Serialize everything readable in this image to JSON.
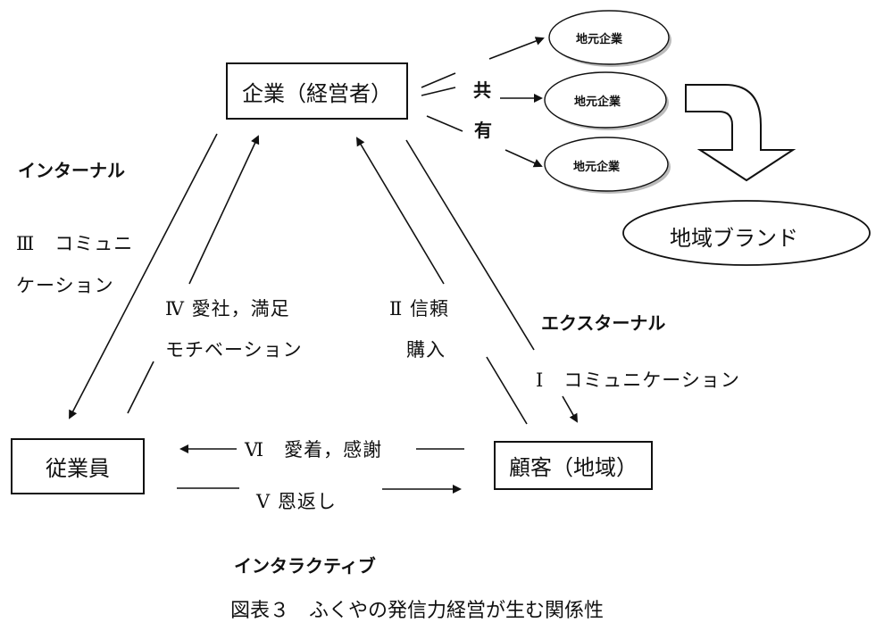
{
  "nodes": {
    "company": "企業（経営者）",
    "employee": "従業員",
    "customer": "顧客（地域）"
  },
  "share_chars": [
    "共",
    "有"
  ],
  "local_companies": [
    "地元企業",
    "地元企業",
    "地元企業"
  ],
  "regional_brand": "地域ブランド",
  "section_labels": {
    "internal": "インターナル",
    "external": "エクスターナル",
    "interactive": "インタラクティブ"
  },
  "edge_labels": {
    "III_line1": "Ⅲ　コミュニ",
    "III_line2": "ケーション",
    "IV_line1": "Ⅳ 愛社，満足",
    "IV_line2": "モチベーション",
    "II_line1": "Ⅱ 信頼",
    "II_line2": "購入",
    "I": "Ⅰ　コミュニケーション",
    "VI": "Ⅵ　愛着，感謝",
    "V": "Ⅴ 恩返し"
  },
  "caption": "図表３　ふくやの発信力経営が生む関係性"
}
